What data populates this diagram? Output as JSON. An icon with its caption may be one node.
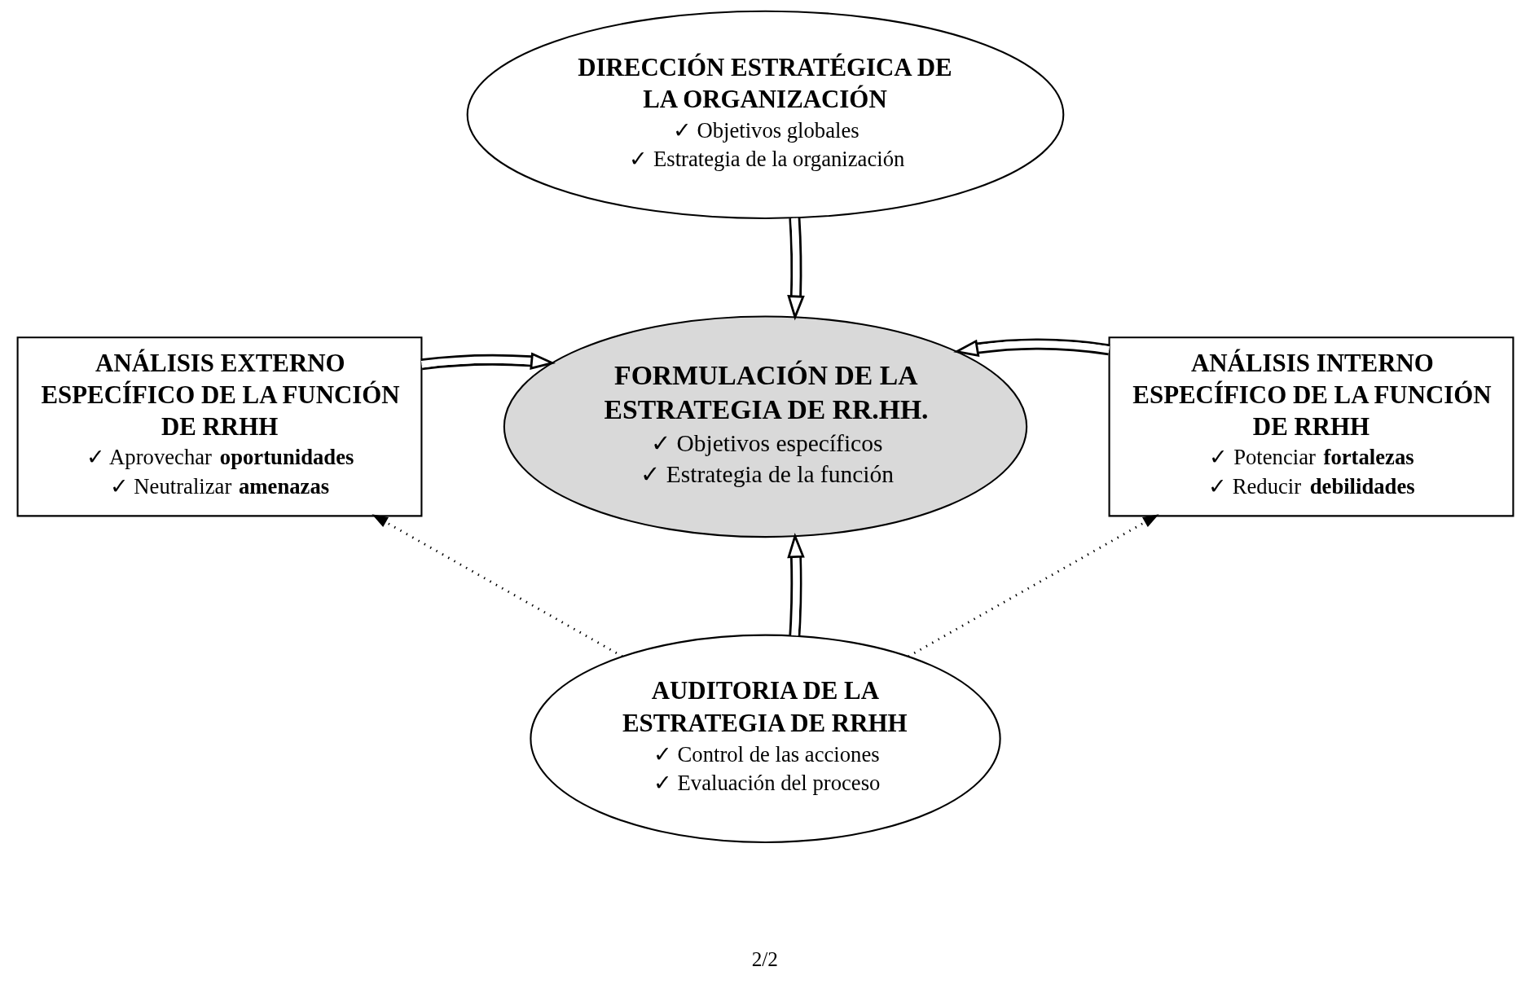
{
  "diagram": {
    "nodes": [
      {
        "text": [
          "DIRECCIÓN ESTRATÉGICA DE LA ORGANIZACIÓN",
          "✓ Objetivos globales",
          "✓ Estrategia de la organización"
        ]
      },
      {
        "text": [
          "FORMULACIÓN DE LA ESTRATEGIA DE RR.HH.",
          "✓ Objetivos específicos",
          "✓ Estrategia de la función"
        ]
      },
      {
        "text": [
          "ANÁLISIS EXTERNO ESPECÍFICO DE LA FUNCIÓN DE RRHH",
          "✓ Aprovechar **oportunidades**",
          "✓ Neutralizar **amenazas**"
        ]
      },
      {
        "text": [
          "ANÁLISIS INTERNO ESPECÍFICO DE LA FUNCIÓN DE RRHH",
          "✓ Potenciar **fortalezas**",
          "✓ Reducir **debilidades**"
        ]
      },
      {
        "text": [
          "AUDITORIA DE LA ESTRATEGIA DE RRHH",
          "✓ Control de las acciones",
          "✓ Evaluación del proceso"
        ]
      }
    ],
    "edges": [
      {
        "from": 0,
        "to": 1,
        "arrow": "to"
      },
      {
        "from": 2,
        "to": 1,
        "arrow": "to"
      },
      {
        "from": 3,
        "to": 1,
        "arrow": "to"
      },
      {
        "from": 4,
        "to": 1,
        "arrow": "to"
      },
      {
        "from": 4,
        "to": 2,
        "arrow": "to",
        "style": "dashed"
      },
      {
        "from": 4,
        "to": 3,
        "arrow": "to",
        "style": "dashed"
      }
    ],
    "labels": [
      "2/2"
    ]
  }
}
